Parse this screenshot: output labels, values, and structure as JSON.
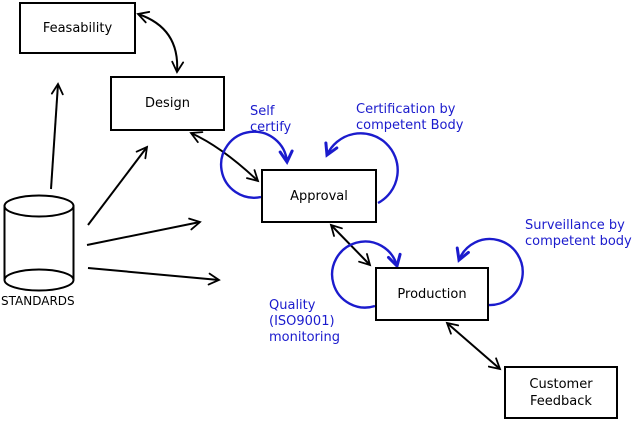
{
  "diagram": {
    "nodes": {
      "feasability": "Feasability",
      "design": "Design",
      "approval": "Approval",
      "production": "Production",
      "customer_feedback": "Customer Feedback"
    },
    "datastore_label": "STANDARDS",
    "annotations": {
      "self_certify": "Self\ncertify",
      "certification": "Certification by\ncompetent Body",
      "surveillance": "Surveillance by\ncompetent body",
      "quality": "Quality\n(ISO9001)\nmonitoring"
    },
    "colors": {
      "line": "#000000",
      "annotation_blue": "#1b1bcd",
      "background": "#ffffff"
    }
  }
}
